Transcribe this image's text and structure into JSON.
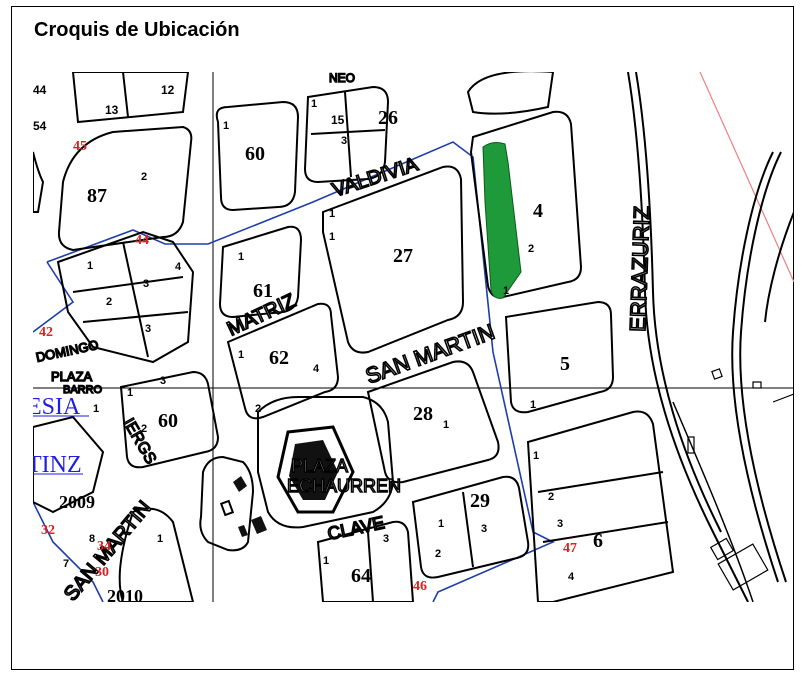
{
  "title": "Croquis de Ubicación",
  "streets": {
    "valdivia": "VALDIVIA",
    "matriz": "MATRIZ",
    "san_martin_main": "SAN MARTIN",
    "san_martin_lower": "SAN MARTIN",
    "errazuriz": "ERRAZURIZ",
    "plaza_echaurren_1": "PLAZA",
    "plaza_echaurren_2": "ECHAURREN",
    "clave": "CLAVE",
    "domingo": "DOMINGO",
    "plaza_left": "PLAZA",
    "plaza_left_2": "BARRO",
    "brasil_cut": "IERGS",
    "neo": "NEO"
  },
  "blocks": {
    "b87": "87",
    "b60": "60",
    "b26": "26",
    "b27": "27",
    "b4": "4",
    "b61": "61",
    "b62": "62",
    "b5": "5",
    "b28": "28",
    "b29": "29",
    "b6": "6",
    "b64": "64",
    "b60b": "60",
    "b2009": "2009",
    "b2010": "2010",
    "b12": "12",
    "b13": "13",
    "b44": "44",
    "b54": "54",
    "b15": "15"
  },
  "red_labels": {
    "r45": "45",
    "r44": "44",
    "r42": "42",
    "r32": "32",
    "r34": "34",
    "r30": "30",
    "r46": "46",
    "r47": "47"
  },
  "blue_labels": {
    "esia": "ESIA",
    "tinz": "TINZ"
  },
  "colors": {
    "highlight": "#1e9a3a",
    "boundary": "#1e3fa8",
    "red_numbers": "#e02020",
    "rail_line": "#f08080"
  }
}
